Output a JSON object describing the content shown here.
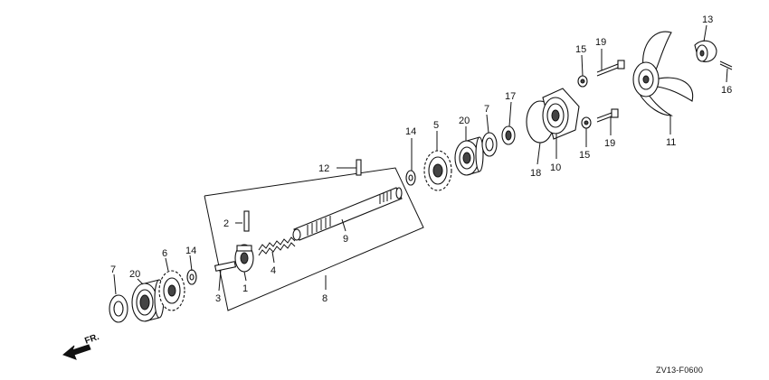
{
  "diagram_code": "ZV13-F0600",
  "direction_label": "FR.",
  "callouts": {
    "c1": "1",
    "c2": "2",
    "c3": "3",
    "c4": "4",
    "c5": "5",
    "c6": "6",
    "c7a": "7",
    "c7b": "7",
    "c8": "8",
    "c9": "9",
    "c10": "10",
    "c11": "11",
    "c12": "12",
    "c13": "13",
    "c14a": "14",
    "c14b": "14",
    "c15a": "15",
    "c15b": "15",
    "c16": "16",
    "c17": "17",
    "c18": "18",
    "c19a": "19",
    "c19b": "19",
    "c20a": "20",
    "c20b": "20"
  }
}
